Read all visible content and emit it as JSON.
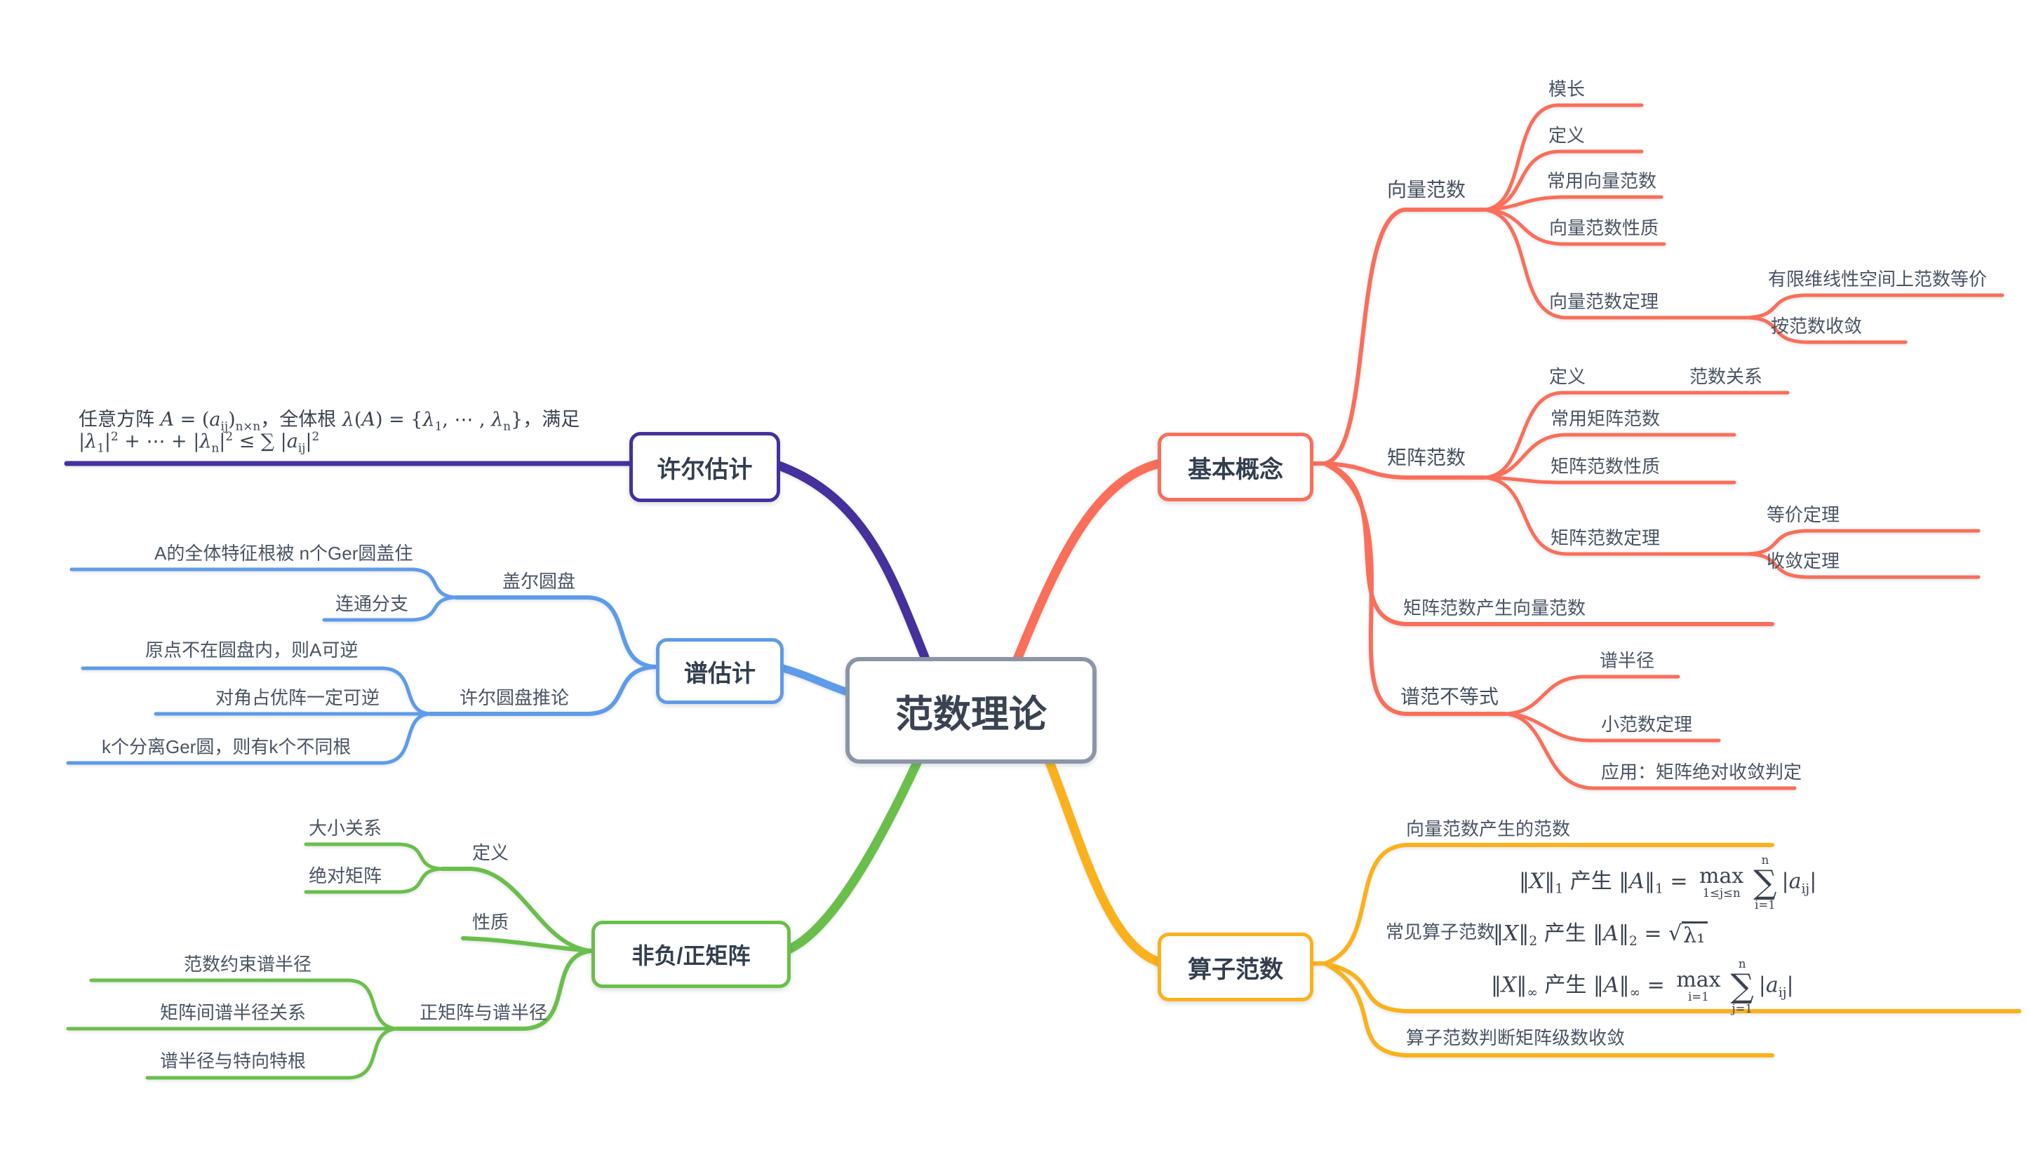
{
  "title": "范数理论",
  "colors": {
    "salmon": "#fa6e5a",
    "purple": "#45309c",
    "blue": "#5e9bea",
    "green": "#6abf4b",
    "yellow": "#fbb11b",
    "center_border": "#8b95a5"
  },
  "basic": {
    "label": "基本概念",
    "vector": {
      "label": "向量范数",
      "items": [
        "模长",
        "定义",
        "常用向量范数",
        "向量范数性质"
      ],
      "theorem": {
        "label": "向量范数定理",
        "items": [
          "有限维线性空间上范数等价",
          "按范数收敛"
        ]
      }
    },
    "matrix": {
      "label": "矩阵范数",
      "definition": "定义",
      "relation": "范数关系",
      "items": [
        "常用矩阵范数",
        "矩阵范数性质"
      ],
      "theorem": {
        "label": "矩阵范数定理",
        "items": [
          "等价定理",
          "收敛定理"
        ]
      }
    },
    "induced": "矩阵范数产生向量范数",
    "spectral": {
      "label": "谱范不等式",
      "items": [
        "谱半径",
        "小范数定理",
        "应用：矩阵绝对收敛判定"
      ]
    }
  },
  "operator": {
    "label": "算子范数",
    "from_vector": "向量范数产生的范数",
    "common": "常见算子范数",
    "series": "算子范数判断矩阵级数收敛"
  },
  "schur": {
    "label": "许尔估计"
  },
  "spectrum": {
    "label": "谱估计",
    "disc": {
      "label": "盖尔圆盘",
      "items": [
        "A的全体特征根被 n个Ger圆盖住",
        "连通分支"
      ]
    },
    "corollary": {
      "label": "许尔圆盘推论",
      "items": [
        "原点不在圆盘内，则A可逆",
        "对角占优阵一定可逆",
        "k个分离Ger圆，则有k个不同根"
      ]
    }
  },
  "nonneg": {
    "label": "非负/正矩阵",
    "definition": {
      "label": "定义",
      "items": [
        "大小关系",
        "绝对矩阵"
      ]
    },
    "property": "性质",
    "positive": {
      "label": "正矩阵与谱半径",
      "items": [
        "范数约束谱半径",
        "矩阵间谱半径关系",
        "谱半径与特向特根"
      ]
    }
  },
  "math": {
    "schur_note": [
      [
        {
          "t": "t",
          "v": "任意方阵 "
        },
        {
          "t": "i",
          "v": "A"
        },
        {
          "t": "t",
          "v": " = ("
        },
        {
          "t": "i",
          "v": "a"
        },
        {
          "t": "sub",
          "v": "ij"
        },
        {
          "t": "t",
          "v": ")"
        },
        {
          "t": "sub",
          "v": "n×n"
        },
        {
          "t": "t",
          "v": "，全体根 "
        },
        {
          "t": "i",
          "v": "λ"
        },
        {
          "t": "t",
          "v": "("
        },
        {
          "t": "i",
          "v": "A"
        },
        {
          "t": "t",
          "v": ") = {"
        },
        {
          "t": "i",
          "v": "λ"
        },
        {
          "t": "sub",
          "v": "1"
        },
        {
          "t": "t",
          "v": ", ⋯ , "
        },
        {
          "t": "i",
          "v": "λ"
        },
        {
          "t": "sub",
          "v": "n"
        },
        {
          "t": "t",
          "v": "}，满足"
        }
      ],
      [
        {
          "t": "t",
          "v": "|"
        },
        {
          "t": "i",
          "v": "λ"
        },
        {
          "t": "sub",
          "v": "1"
        },
        {
          "t": "t",
          "v": "|"
        },
        {
          "t": "sup",
          "v": "2"
        },
        {
          "t": "t",
          "v": " + ⋯ + |"
        },
        {
          "t": "i",
          "v": "λ"
        },
        {
          "t": "sub",
          "v": "n"
        },
        {
          "t": "t",
          "v": "|"
        },
        {
          "t": "sup",
          "v": "2"
        },
        {
          "t": "t",
          "v": " ≤ ∑ |"
        },
        {
          "t": "i",
          "v": "a"
        },
        {
          "t": "sub",
          "v": "ij"
        },
        {
          "t": "t",
          "v": "|"
        },
        {
          "t": "sup",
          "v": "2"
        }
      ]
    ],
    "operator_formulas": [
      [
        {
          "t": "t",
          "v": "‖"
        },
        {
          "t": "i",
          "v": "X"
        },
        {
          "t": "t",
          "v": "‖"
        },
        {
          "t": "sub",
          "v": "1"
        },
        {
          "t": "t",
          "v": " 产生 ‖"
        },
        {
          "t": "i",
          "v": "A"
        },
        {
          "t": "t",
          "v": "‖"
        },
        {
          "t": "sub",
          "v": "1"
        },
        {
          "t": "t",
          "v": " = "
        },
        {
          "t": "stack",
          "main": "max",
          "under": "1≤j≤n"
        },
        {
          "t": "stack",
          "main": "∑",
          "over": "n",
          "under": "i=1",
          "big": true
        },
        {
          "t": "t",
          "v": "|"
        },
        {
          "t": "i",
          "v": "a"
        },
        {
          "t": "sub",
          "v": "ij"
        },
        {
          "t": "t",
          "v": "|"
        }
      ],
      [
        {
          "t": "t",
          "v": "‖"
        },
        {
          "t": "i",
          "v": "X"
        },
        {
          "t": "t",
          "v": "‖"
        },
        {
          "t": "sub",
          "v": "2"
        },
        {
          "t": "t",
          "v": " 产生 ‖"
        },
        {
          "t": "i",
          "v": "A"
        },
        {
          "t": "t",
          "v": "‖"
        },
        {
          "t": "sub",
          "v": "2"
        },
        {
          "t": "t",
          "v": " = "
        },
        {
          "t": "sqrt",
          "v": "λ₁"
        }
      ],
      [
        {
          "t": "t",
          "v": "‖"
        },
        {
          "t": "i",
          "v": "X"
        },
        {
          "t": "t",
          "v": "‖"
        },
        {
          "t": "sub",
          "v": "∞"
        },
        {
          "t": "t",
          "v": " 产生 ‖"
        },
        {
          "t": "i",
          "v": "A"
        },
        {
          "t": "t",
          "v": "‖"
        },
        {
          "t": "sub",
          "v": "∞"
        },
        {
          "t": "t",
          "v": " = "
        },
        {
          "t": "stack",
          "main": "max",
          "under": "i=1"
        },
        {
          "t": "stack",
          "main": "∑",
          "over": "n",
          "under": "j=1",
          "big": true
        },
        {
          "t": "t",
          "v": "|"
        },
        {
          "t": "i",
          "v": "a"
        },
        {
          "t": "sub",
          "v": "ij"
        },
        {
          "t": "t",
          "v": "|"
        }
      ]
    ]
  }
}
